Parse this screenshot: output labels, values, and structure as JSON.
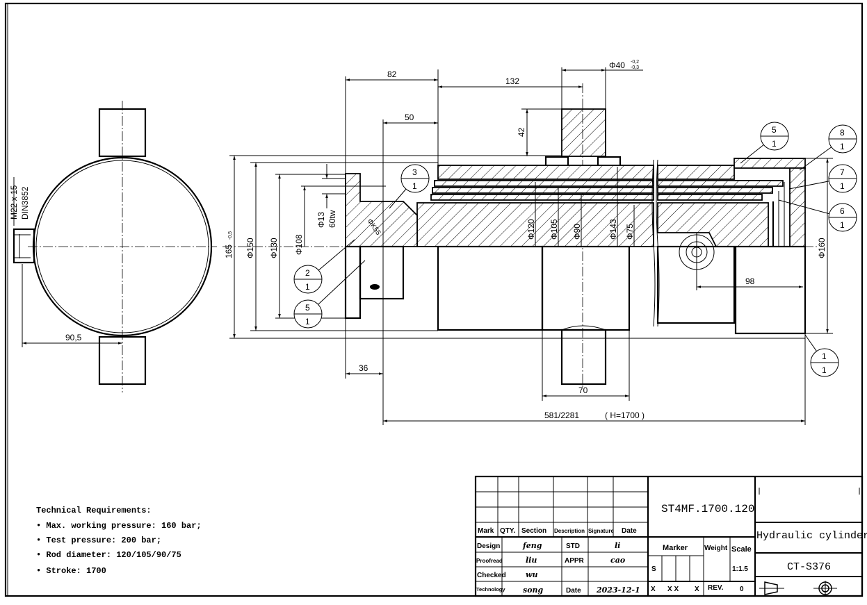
{
  "side_view": {
    "thread_label": "M22 x 15",
    "standard_label": "DIN3852",
    "dim_offset": "90,5"
  },
  "dimensions": {
    "d82": "82",
    "d132": "132",
    "d40": "Φ40",
    "d40_tol_upper": "-0,2",
    "d40_tol_lower": "-0,3",
    "d42": "42",
    "d50": "50",
    "d165": "165",
    "d165_tol": "-0,5",
    "d150": "Φ150",
    "d130": "Φ130",
    "d108": "Φ108",
    "d13": "Φ13",
    "d13_sub": "60tw",
    "dK55": "ΦK55",
    "d120": "Φ120",
    "d105": "Φ105",
    "d90": "Φ90",
    "d143": "Φ143",
    "d75": "Φ75",
    "d160": "Φ160",
    "d98": "98",
    "d36": "36",
    "d70": "70",
    "length": "581/2281",
    "stroke_note": "( H=1700 )"
  },
  "balloons": [
    {
      "top": "5",
      "bottom": "1"
    },
    {
      "top": "8",
      "bottom": "1"
    },
    {
      "top": "7",
      "bottom": "1"
    },
    {
      "top": "6",
      "bottom": "1"
    },
    {
      "top": "1",
      "bottom": "1"
    },
    {
      "top": "3",
      "bottom": "1"
    },
    {
      "top": "2",
      "bottom": "1"
    },
    {
      "top": "5",
      "bottom": "1"
    }
  ],
  "requirements": {
    "title": "Technical Requirements:",
    "items": [
      "Max. working pressure: 160 bar;",
      "Test pressure: 200 bar;",
      "Rod diameter: 120/105/90/75",
      "Stroke: 1700"
    ]
  },
  "title_block": {
    "headers": [
      "Mark",
      "QTY.",
      "Section",
      "Description",
      "Signature",
      "Date"
    ],
    "rows": [
      {
        "label": "Design",
        "name": "feng",
        "label2": "STD",
        "name2": "li"
      },
      {
        "label": "Proofread",
        "name": "liu",
        "label2": "APPR",
        "name2": "cao"
      },
      {
        "label": "Checked",
        "name": "wu",
        "label2": "",
        "name2": ""
      },
      {
        "label": "Technology",
        "name": "song",
        "label2": "Date",
        "name2": "2023-12-1"
      }
    ],
    "drawing_number": "ST4MF.1700.120",
    "marker_label": "Marker",
    "weight_label": "Weight",
    "scale_label": "Scale",
    "marker_s": "S",
    "scale": "1:1.5",
    "x_row": [
      "X",
      "X X",
      "X"
    ],
    "rev_label": "REV.",
    "rev": "0",
    "title": "Hydraulic cylinder",
    "part_number": "CT-S376"
  }
}
